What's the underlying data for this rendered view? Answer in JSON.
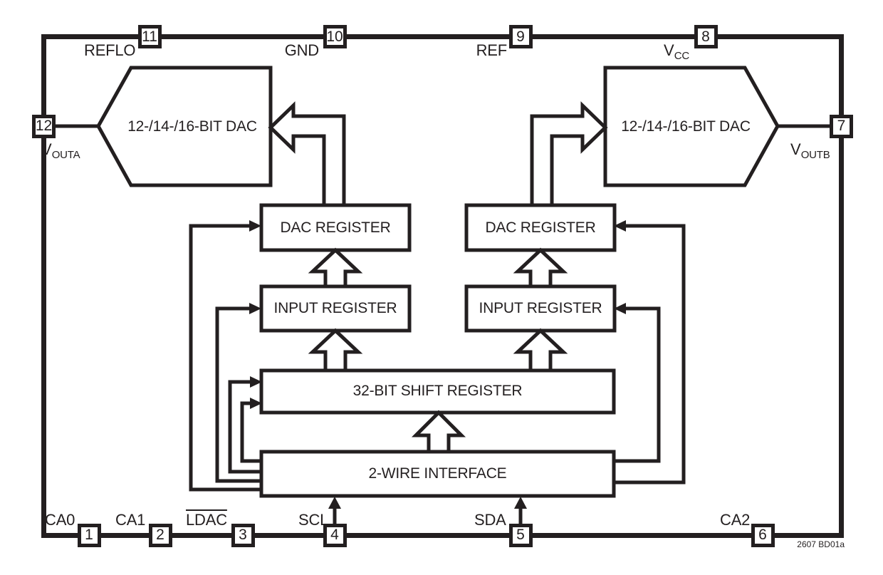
{
  "figure": {
    "note": "2607 BD01a",
    "colors": {
      "ink": "#231f20",
      "background": "#ffffff"
    }
  },
  "blocks": {
    "dac_a": "12-/14-/16-BIT DAC",
    "dac_b": "12-/14-/16-BIT DAC",
    "dac_register_a": "DAC REGISTER",
    "dac_register_b": "DAC REGISTER",
    "input_register_a": "INPUT REGISTER",
    "input_register_b": "INPUT REGISTER",
    "shift_register": "32-BIT SHIFT REGISTER",
    "two_wire_interface": "2-WIRE INTERFACE"
  },
  "pins": {
    "p1": {
      "number": "1",
      "label": "CA0"
    },
    "p2": {
      "number": "2",
      "label": "CA1"
    },
    "p3": {
      "number": "3",
      "label": "LDAC"
    },
    "p4": {
      "number": "4",
      "label": "SCL"
    },
    "p5": {
      "number": "5",
      "label": "SDA"
    },
    "p6": {
      "number": "6",
      "label": "CA2"
    },
    "p7": {
      "number": "7",
      "label_main": "V",
      "label_sub": "OUTB"
    },
    "p8": {
      "number": "8",
      "label_main": "V",
      "label_sub": "CC"
    },
    "p9": {
      "number": "9",
      "label": "REF"
    },
    "p10": {
      "number": "10",
      "label": "GND"
    },
    "p11": {
      "number": "11",
      "label": "REFLO"
    },
    "p12": {
      "number": "12",
      "label_main": "V",
      "label_sub": "OUTA"
    }
  }
}
